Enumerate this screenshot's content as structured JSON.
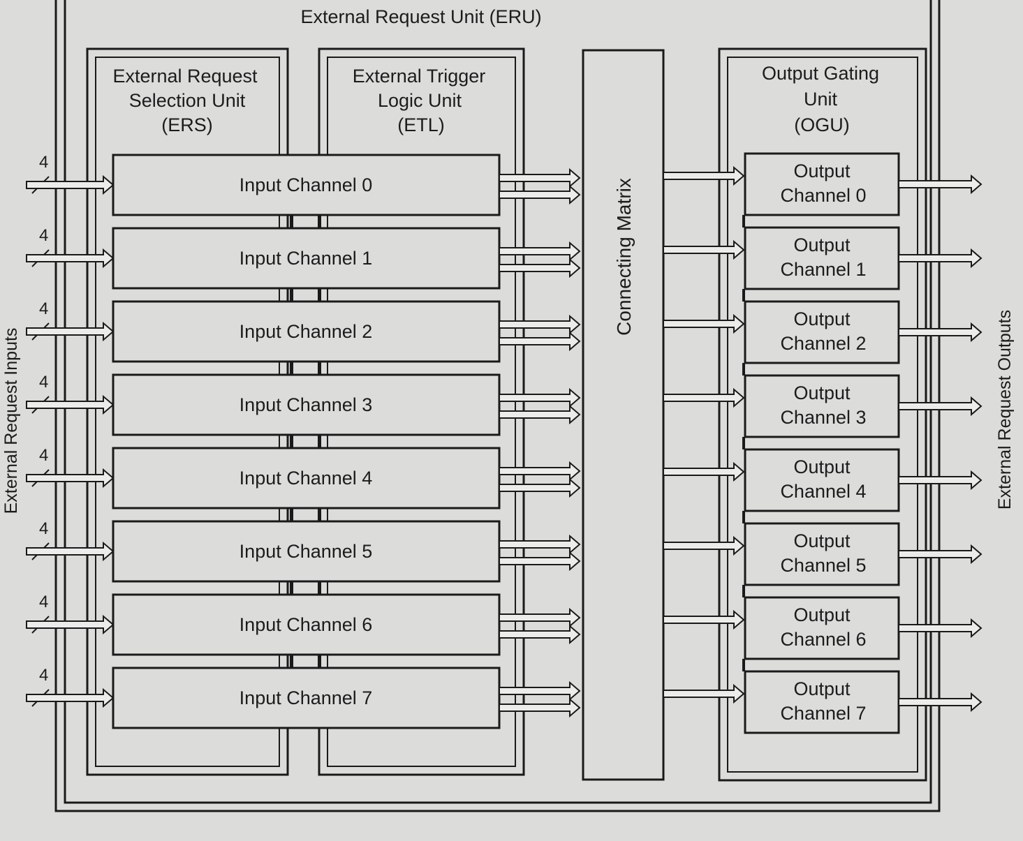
{
  "diagram": {
    "eru_title": "External Request Unit  (ERU)",
    "ers": {
      "line1": "External Request",
      "line2": "Selection Unit",
      "line3": "(ERS)"
    },
    "etl": {
      "line1": "External Trigger",
      "line2": "Logic Unit",
      "line3": "(ETL)"
    },
    "ogu": {
      "line1": "Output Gating",
      "line2": "Unit",
      "line3": "(OGU)"
    },
    "matrix_label": "Connecting Matrix",
    "inputs_label": "External Request Inputs",
    "outputs_label": "External Request Outputs",
    "bus_width": "4",
    "input_channels": [
      "Input Channel  0",
      "Input Channel  1",
      "Input Channel  2",
      "Input Channel  3",
      "Input Channel  4",
      "Input Channel  5",
      "Input Channel  6",
      "Input Channel  7"
    ],
    "output_channels": [
      {
        "line1": "Output",
        "line2": "Channel  0"
      },
      {
        "line1": "Output",
        "line2": "Channel  1"
      },
      {
        "line1": "Output",
        "line2": "Channel  2"
      },
      {
        "line1": "Output",
        "line2": "Channel  3"
      },
      {
        "line1": "Output",
        "line2": "Channel  4"
      },
      {
        "line1": "Output",
        "line2": "Channel  5"
      },
      {
        "line1": "Output",
        "line2": "Channel  6"
      },
      {
        "line1": "Output",
        "line2": "Channel  7"
      }
    ]
  }
}
